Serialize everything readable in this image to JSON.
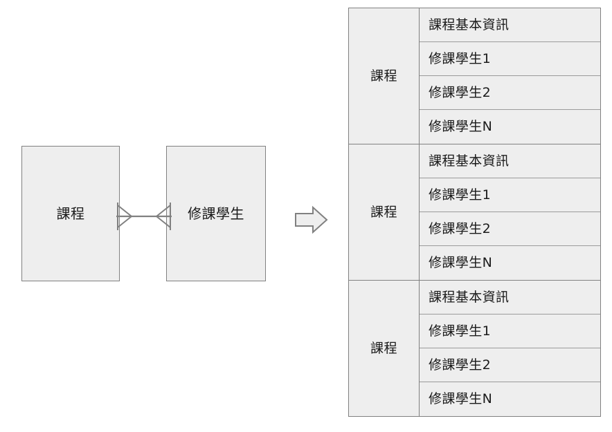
{
  "diagram": {
    "er_model": {
      "entities": [
        {
          "id": "course",
          "label": "課程"
        },
        {
          "id": "student",
          "label": "修課學生"
        }
      ],
      "relationship": {
        "left_cardinality_icon": "crows-foot-many-icon",
        "right_cardinality_icon": "crows-foot-many-icon",
        "notation": "crows-foot"
      }
    },
    "transform_arrow": {
      "icon": "right-block-arrow-icon",
      "direction": "right"
    },
    "denormalized_table": {
      "groups": [
        {
          "key_label": "課程",
          "rows": [
            {
              "label": "課程基本資訊"
            },
            {
              "label": "修課學生1"
            },
            {
              "label": "修課學生2"
            },
            {
              "label": "修課學生N"
            }
          ]
        },
        {
          "key_label": "課程",
          "rows": [
            {
              "label": "課程基本資訊"
            },
            {
              "label": "修課學生1"
            },
            {
              "label": "修課學生2"
            },
            {
              "label": "修課學生N"
            }
          ]
        },
        {
          "key_label": "課程",
          "rows": [
            {
              "label": "課程基本資訊"
            },
            {
              "label": "修課學生1"
            },
            {
              "label": "修課學生2"
            },
            {
              "label": "修課學生N"
            }
          ]
        }
      ]
    }
  },
  "colors": {
    "fill": "#eeeeee",
    "stroke": "#808080",
    "inner_stroke": "#9a9a9a",
    "text": "#1a1a1a",
    "background": "#ffffff"
  }
}
